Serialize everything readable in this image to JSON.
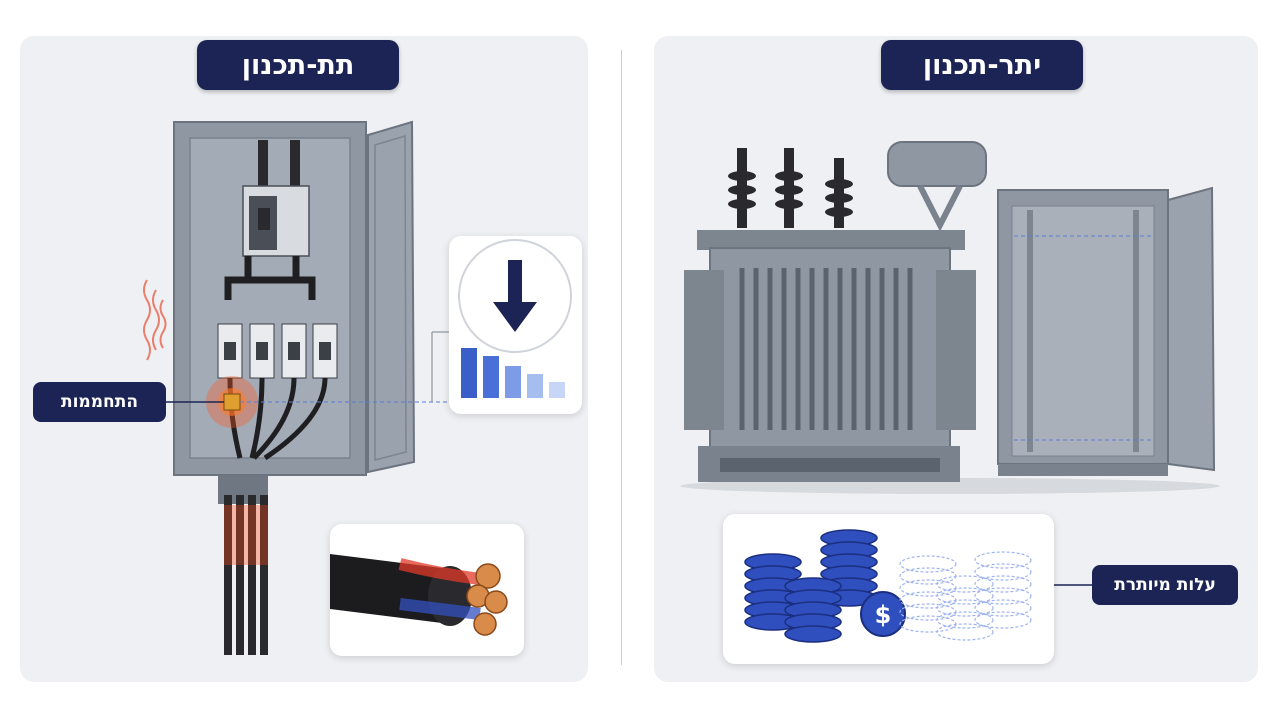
{
  "left_panel": {
    "title": "תת-תכנון",
    "heating_label": "התחממות"
  },
  "right_panel": {
    "title": "יתר-תכנון",
    "overcost_label": "עלות מיותרת"
  },
  "icons": [
    "down-arrow-icon",
    "bar-decline-icon",
    "dollar-coin-icon",
    "heat-waves-icon"
  ],
  "colors": {
    "navy": "#1b2455",
    "panel_bg": "#eef0f3",
    "cabinet_gray": "#8f97a3",
    "heat_orange": "#ff5a1f",
    "coin_blue": "#2f4fbf",
    "bar_blue": "#4a6fd6"
  }
}
